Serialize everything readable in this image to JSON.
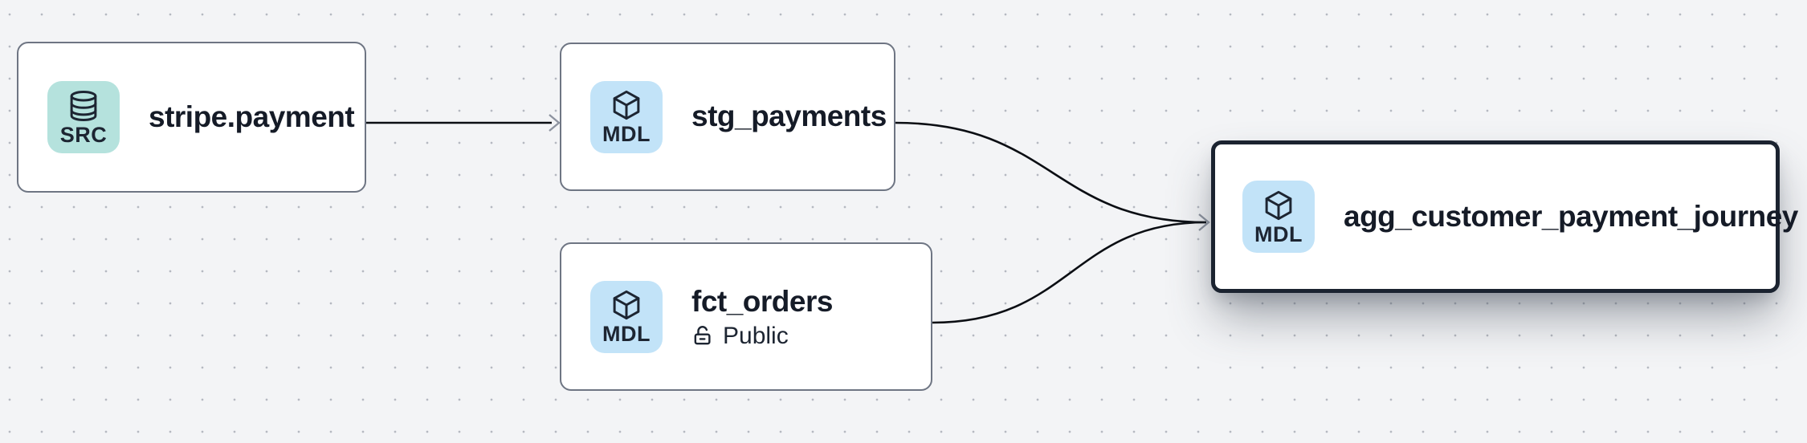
{
  "canvas": {
    "background_color": "#f3f4f6",
    "dot_color": "#b5b9c1",
    "edge_color": "#0b0e13",
    "arrowhead_color": "#8d939f",
    "node_border_color": "#6e7583",
    "selected_node_border_color": "#1b2330",
    "src_badge_color": "#b5e2dd",
    "mdl_badge_color": "#c2e3f8"
  },
  "nodes": [
    {
      "id": "stripe-payment",
      "title": "stripe.payment",
      "badge": {
        "label": "SRC",
        "icon": "database-icon"
      },
      "selected": false
    },
    {
      "id": "stg-payments",
      "title": "stg_payments",
      "badge": {
        "label": "MDL",
        "icon": "cube-icon"
      },
      "selected": false
    },
    {
      "id": "fct-orders",
      "title": "fct_orders",
      "badge": {
        "label": "MDL",
        "icon": "cube-icon"
      },
      "access": "Public",
      "access_icon": "lock-open-icon",
      "selected": false
    },
    {
      "id": "agg-customer-payment-journey",
      "title": "agg_customer_payment_journey",
      "badge": {
        "label": "MDL",
        "icon": "cube-icon"
      },
      "selected": true
    }
  ],
  "edges": [
    {
      "from": "stripe-payment",
      "to": "stg-payments"
    },
    {
      "from": "stg-payments",
      "to": "agg-customer-payment-journey"
    },
    {
      "from": "fct-orders",
      "to": "agg-customer-payment-journey"
    }
  ]
}
